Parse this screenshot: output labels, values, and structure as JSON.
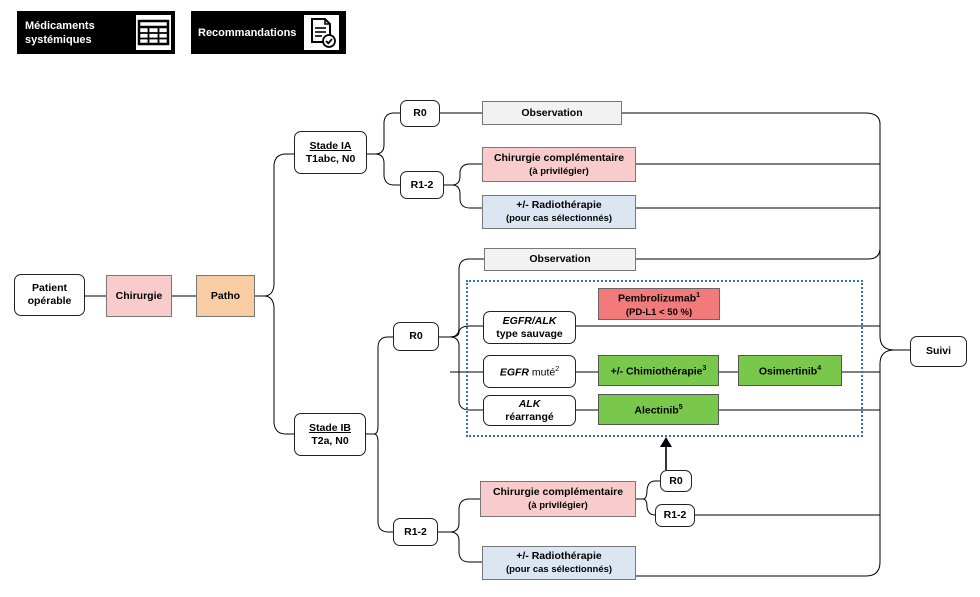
{
  "buttons": {
    "medicaments": {
      "line1": "Médicaments",
      "line2": "systémiques"
    },
    "recommandations": {
      "label": "Recommandations"
    }
  },
  "nodes": {
    "patient": {
      "line1": "Patient",
      "line2": "opérable"
    },
    "chirurgie": "Chirurgie",
    "patho": "Patho",
    "stade_ia": {
      "title": "Stade IA",
      "sub": "T1abc, N0"
    },
    "stade_ib": {
      "title": "Stade IB",
      "sub": "T2a, N0"
    },
    "ia_r0": "R0",
    "ia_r12": "R1-2",
    "ia_observation": "Observation",
    "ia_chirurgie": {
      "line1": "Chirurgie complémentaire",
      "line2": "(à privilégier)"
    },
    "ia_radio": {
      "line1": "+/- Radiothérapie",
      "line2": "(pour cas sélectionnés)"
    },
    "ib_observation": "Observation",
    "ib_r0": "R0",
    "ib_r12": "R1-2",
    "egfr_alk_wt": {
      "line1": "EGFR/ALK",
      "line2": "type sauvage"
    },
    "egfr_mute": {
      "gene": "EGFR",
      "text": " muté",
      "sup": "2"
    },
    "alk_rearr": {
      "line1": "ALK",
      "line2": "réarrangé"
    },
    "pembrolizumab": {
      "name": "Pembrolizumab",
      "sup": "1",
      "sub": "(PD-L1 < 50 %)"
    },
    "chimio": {
      "name": "+/- Chimiothérapie",
      "sup": "3"
    },
    "osimertinib": {
      "name": "Osimertinib",
      "sup": "4"
    },
    "alectinib": {
      "name": "Alectinib",
      "sup": "5"
    },
    "ib_chirurgie": {
      "line1": "Chirurgie complémentaire",
      "line2": "(à privilégier)"
    },
    "ib_radio": {
      "line1": "+/- Radiothérapie",
      "line2": "(pour cas sélectionnés)"
    },
    "sub_r0": "R0",
    "sub_r12": "R1-2",
    "suivi": "Suivi"
  },
  "icons": {
    "medicaments": "table-icon",
    "recommandations": "document-check-icon"
  },
  "colors": {
    "chirurgie": "#f8cccc",
    "patho": "#f8cda6",
    "observation": "#f2f2f2",
    "radiotherapie": "#dce6f2",
    "pembrolizumab": "#f27a7a",
    "targeted": "#79c84c",
    "dotted_border": "#2e75b6"
  }
}
